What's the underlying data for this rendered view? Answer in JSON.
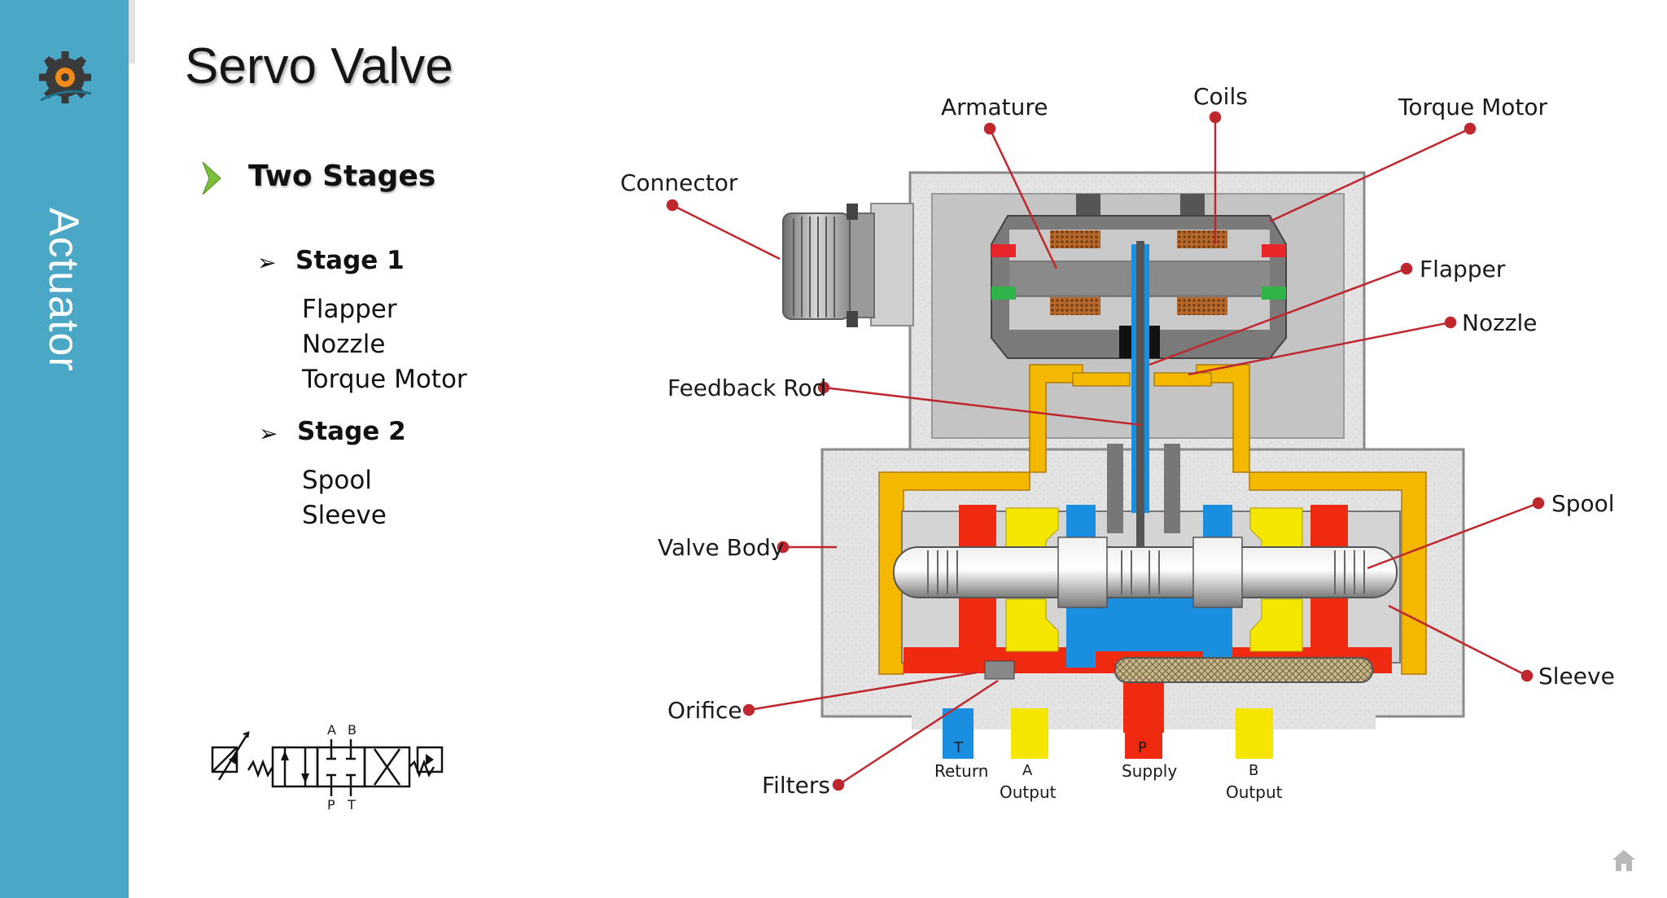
{
  "slide": {
    "sidebar_label": "Actuator",
    "title": "Servo Valve",
    "heading": "Two Stages",
    "stages": [
      {
        "label": "Stage 1",
        "items": [
          "Flapper",
          "Nozzle",
          "Torque Motor"
        ]
      },
      {
        "label": "Stage 2",
        "items": [
          "Spool",
          "Sleeve"
        ]
      }
    ]
  },
  "diagram": {
    "labels": {
      "armature": "Armature",
      "coils": "Coils",
      "torque_motor": "Torque Motor",
      "connector": "Connector",
      "flapper": "Flapper",
      "nozzle": "Nozzle",
      "feedback_rod": "Feedback Rod",
      "spool": "Spool",
      "valve_body": "Valve Body",
      "sleeve": "Sleeve",
      "orifice": "Orifice",
      "filters": "Filters"
    },
    "ports": {
      "t_letter": "T",
      "t_name": "Return",
      "a_letter": "A",
      "a_name": "Output",
      "p_letter": "P",
      "p_name": "Supply",
      "b_letter": "B",
      "b_name": "Output"
    },
    "symbol": {
      "a": "A",
      "b": "B",
      "p": "P",
      "t": "T"
    },
    "colors": {
      "supply": "#f02a10",
      "return": "#1a8fe0",
      "output": "#f5e600",
      "control": "#f5c000",
      "leader": "#c0262d"
    }
  },
  "icons": {
    "logo": "gears-team-icon",
    "home": "home-icon"
  }
}
